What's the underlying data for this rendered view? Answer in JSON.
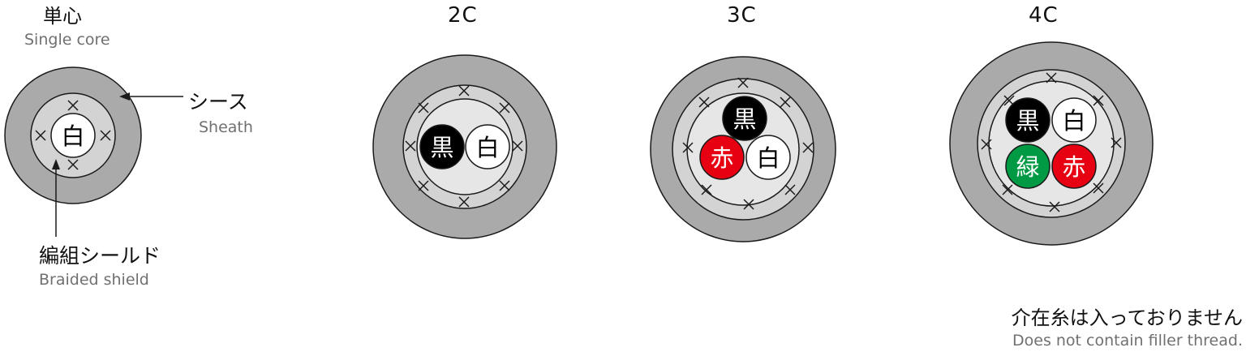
{
  "single": {
    "title_jp": "単心",
    "title_en": "Single core"
  },
  "callouts": {
    "sheath_jp": "シース",
    "sheath_en": "Sheath",
    "shield_jp": "編組シールド",
    "shield_en": "Braided shield"
  },
  "cables": [
    {
      "title": "2C",
      "cores": [
        {
          "label": "黒",
          "color": "#000000"
        },
        {
          "label": "白",
          "color": "#ffffff"
        }
      ]
    },
    {
      "title": "3C",
      "cores": [
        {
          "label": "黒",
          "color": "#000000"
        },
        {
          "label": "赤",
          "color": "#e60012"
        },
        {
          "label": "白",
          "color": "#ffffff"
        }
      ]
    },
    {
      "title": "4C",
      "cores": [
        {
          "label": "黒",
          "color": "#000000"
        },
        {
          "label": "白",
          "color": "#ffffff"
        },
        {
          "label": "緑",
          "color": "#009a44"
        },
        {
          "label": "赤",
          "color": "#e60012"
        }
      ]
    }
  ],
  "single_core": {
    "label": "白",
    "color": "#ffffff"
  },
  "note": {
    "jp": "介在糸は入っておりません",
    "en": "Does not contain filler thread."
  },
  "colors": {
    "sheath": "#aaaaaa",
    "shield": "#d3d3d3",
    "inner": "#e6e6e6",
    "outline": "#1a1a1a"
  }
}
